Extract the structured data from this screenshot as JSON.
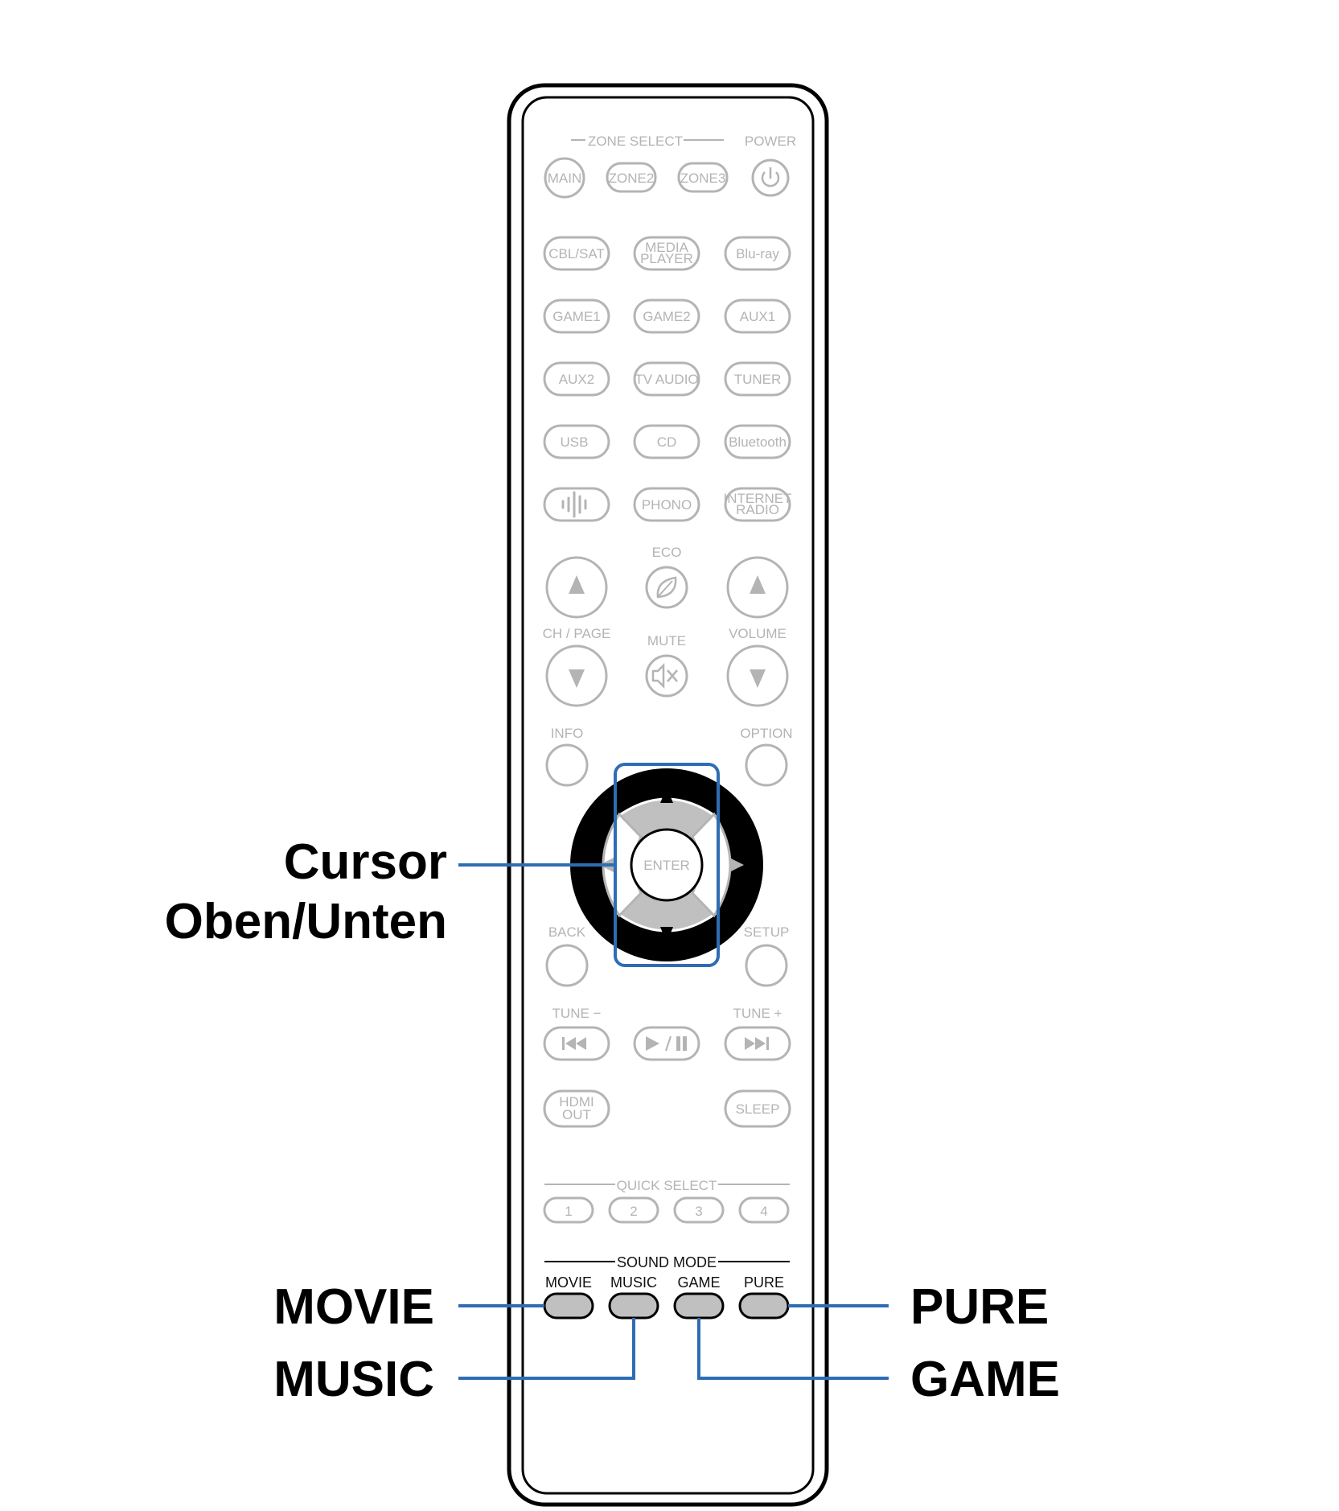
{
  "remote": {
    "zone_select_label": "ZONE SELECT",
    "power_label": "POWER",
    "zone_buttons": [
      "MAIN",
      "ZONE2",
      "ZONE3"
    ],
    "source_rows": [
      [
        "CBL/SAT",
        "MEDIA PLAYER",
        "Blu-ray"
      ],
      [
        "GAME1",
        "GAME2",
        "AUX1"
      ],
      [
        "AUX2",
        "TV AUDIO",
        "TUNER"
      ],
      [
        "USB",
        "CD",
        "Bluetooth"
      ],
      [
        "",
        "PHONO",
        "INTERNET RADIO"
      ]
    ],
    "eco_label": "ECO",
    "ch_page_label": "CH / PAGE",
    "mute_label": "MUTE",
    "volume_label": "VOLUME",
    "info_label": "INFO",
    "option_label": "OPTION",
    "enter_label": "ENTER",
    "back_label": "BACK",
    "setup_label": "SETUP",
    "tune_minus_label": "TUNE −",
    "tune_plus_label": "TUNE +",
    "hdmi_out_label": "HDMI OUT",
    "sleep_label": "SLEEP",
    "quick_select_label": "QUICK SELECT",
    "quick_select_buttons": [
      "1",
      "2",
      "3",
      "4"
    ],
    "sound_mode_label": "SOUND MODE",
    "sound_mode_buttons": [
      "MOVIE",
      "MUSIC",
      "GAME",
      "PURE"
    ]
  },
  "callouts": {
    "cursor_line1": "Cursor",
    "cursor_line2": "Oben/Unten",
    "movie": "MOVIE",
    "music": "MUSIC",
    "pure": "PURE",
    "game": "GAME"
  },
  "colors": {
    "highlight_blue": "#2e6db4",
    "inactive_gray": "#b4b4b4",
    "active_fill": "#c0c0c0"
  }
}
